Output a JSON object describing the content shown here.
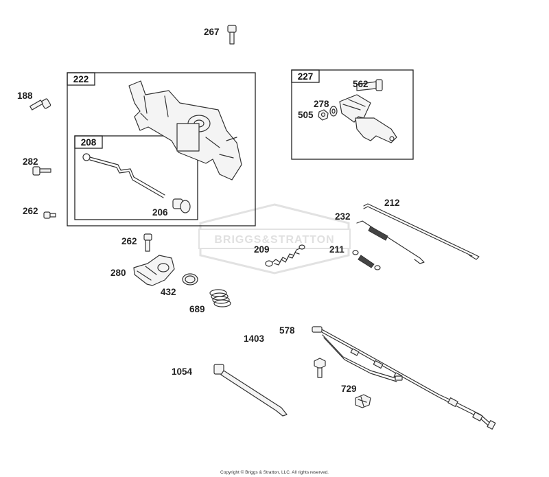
{
  "watermark": "BRIGGS&STRATTON",
  "copyright": "Copyright © Briggs & Stratton, LLC. All rights reserved.",
  "boxes": {
    "b222": "222",
    "b208": "208",
    "b227": "227"
  },
  "parts": {
    "p267": "267",
    "p188": "188",
    "p282": "282",
    "p262a": "262",
    "p206": "206",
    "p562": "562",
    "p278": "278",
    "p505": "505",
    "p212": "212",
    "p232": "232",
    "p209": "209",
    "p211": "211",
    "p262b": "262",
    "p280": "280",
    "p432": "432",
    "p689": "689",
    "p578": "578",
    "p1403": "1403",
    "p1054": "1054",
    "p729": "729"
  }
}
